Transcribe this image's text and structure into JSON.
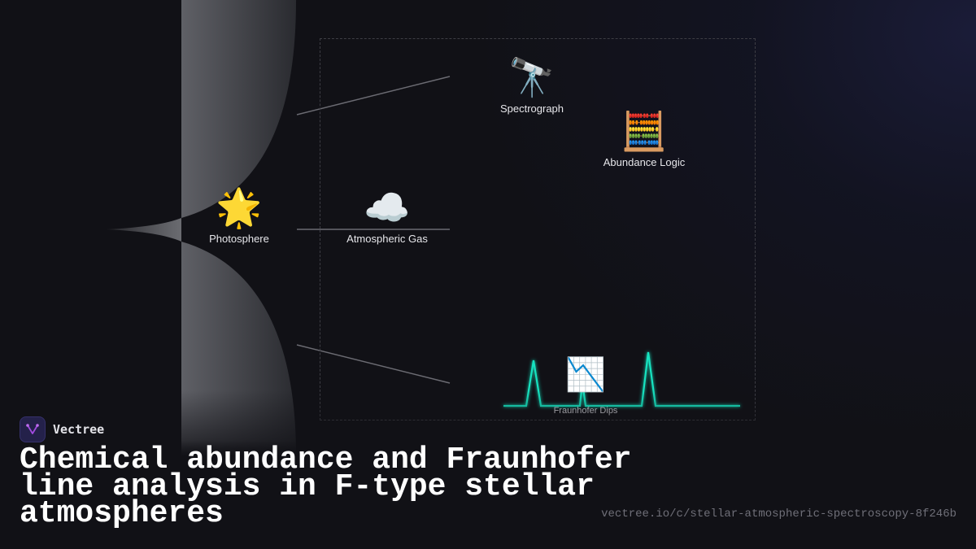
{
  "diagram": {
    "nodes": [
      {
        "id": "photosphere",
        "label": "Photosphere",
        "icon": "glowing-star-icon",
        "glyph": "🌟"
      },
      {
        "id": "atmospheric-gas",
        "label": "Atmospheric Gas",
        "icon": "cloud-icon",
        "glyph": "☁️"
      },
      {
        "id": "spectrograph",
        "label": "Spectrograph",
        "icon": "telescope-icon",
        "glyph": "🔭"
      },
      {
        "id": "abundance-logic",
        "label": "Abundance Logic",
        "icon": "abacus-icon",
        "glyph": "🧮"
      },
      {
        "id": "fraunhofer-dips",
        "label": "Fraunhofer Dips",
        "icon": "chart-decreasing-icon",
        "glyph": "📉"
      }
    ],
    "colors": {
      "background": "#111116",
      "spectrum_line": "#19e3c0",
      "connector": "#6b6b72",
      "frame_border": "#3d3d44",
      "lens_light": "#5d5e64",
      "lens_dark": "#2b2c31"
    }
  },
  "brand": {
    "name": "Vectree",
    "logo_icon": "vectree-logo-icon",
    "accent": "#a24be0"
  },
  "title": "Chemical abundance and Fraunhofer line analysis in F-type stellar atmospheres",
  "url": "vectree.io/c/stellar-atmospheric-spectroscopy-8f246b"
}
